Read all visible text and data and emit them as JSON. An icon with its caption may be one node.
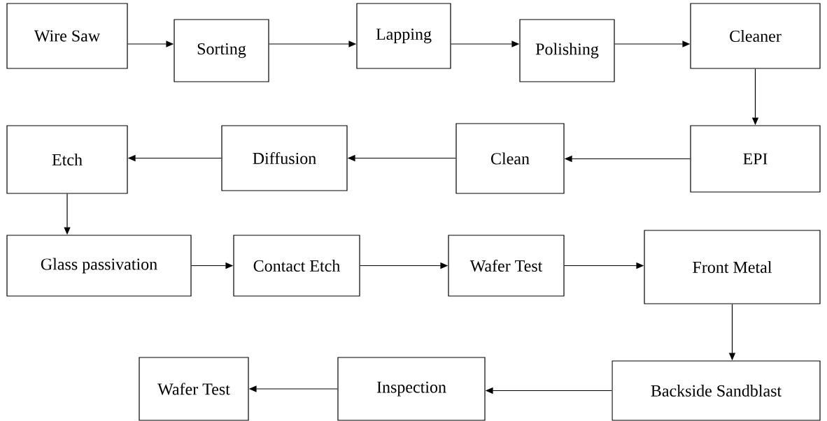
{
  "diagram": {
    "nodes": [
      {
        "text": [
          "Wire Saw"
        ]
      },
      {
        "text": [
          "Sorting"
        ]
      },
      {
        "text": [
          "Lapping"
        ]
      },
      {
        "text": [
          "Polishing"
        ]
      },
      {
        "text": [
          "Cleaner"
        ]
      },
      {
        "text": [
          "EPI"
        ]
      },
      {
        "text": [
          "Clean"
        ]
      },
      {
        "text": [
          "Diffusion"
        ]
      },
      {
        "text": [
          "Etch"
        ]
      },
      {
        "text": [
          "Glass passivation"
        ]
      },
      {
        "text": [
          "Contact Etch"
        ]
      },
      {
        "text": [
          "Wafer Test"
        ]
      },
      {
        "text": [
          "Front Metal"
        ]
      },
      {
        "text": [
          "Backside Sandblast"
        ]
      },
      {
        "text": [
          "Inspection"
        ]
      },
      {
        "text": [
          "Wafer Test"
        ]
      }
    ],
    "edges": [
      {
        "from": 0,
        "to": 1,
        "arrow": "to"
      },
      {
        "from": 1,
        "to": 2,
        "arrow": "to"
      },
      {
        "from": 2,
        "to": 3,
        "arrow": "to"
      },
      {
        "from": 3,
        "to": 4,
        "arrow": "to"
      },
      {
        "from": 4,
        "to": 5,
        "arrow": "to"
      },
      {
        "from": 5,
        "to": 6,
        "arrow": "to"
      },
      {
        "from": 6,
        "to": 7,
        "arrow": "to"
      },
      {
        "from": 7,
        "to": 8,
        "arrow": "to"
      },
      {
        "from": 8,
        "to": 9,
        "arrow": "to"
      },
      {
        "from": 9,
        "to": 10,
        "arrow": "to"
      },
      {
        "from": 10,
        "to": 11,
        "arrow": "to"
      },
      {
        "from": 11,
        "to": 12,
        "arrow": "to"
      },
      {
        "from": 12,
        "to": 13,
        "arrow": "to"
      },
      {
        "from": 13,
        "to": 14,
        "arrow": "to"
      },
      {
        "from": 14,
        "to": 15,
        "arrow": "to"
      }
    ]
  }
}
